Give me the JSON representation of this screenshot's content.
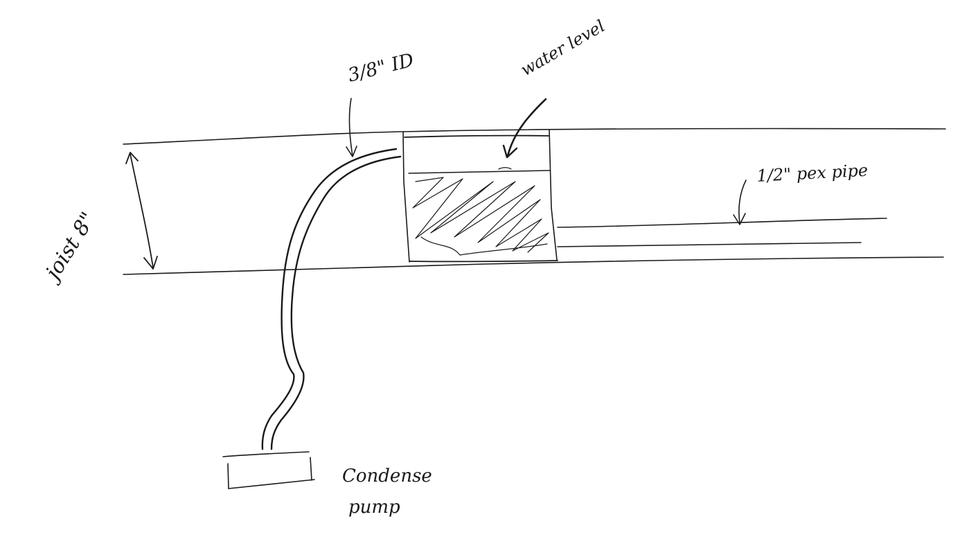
{
  "labels": {
    "tube_size": "3/8\" ID",
    "water_level": "water level",
    "pex_pipe": "1/2\" pex pipe",
    "joist": "joist 8\"",
    "pump_line1": "Condense",
    "pump_line2": "pump"
  }
}
